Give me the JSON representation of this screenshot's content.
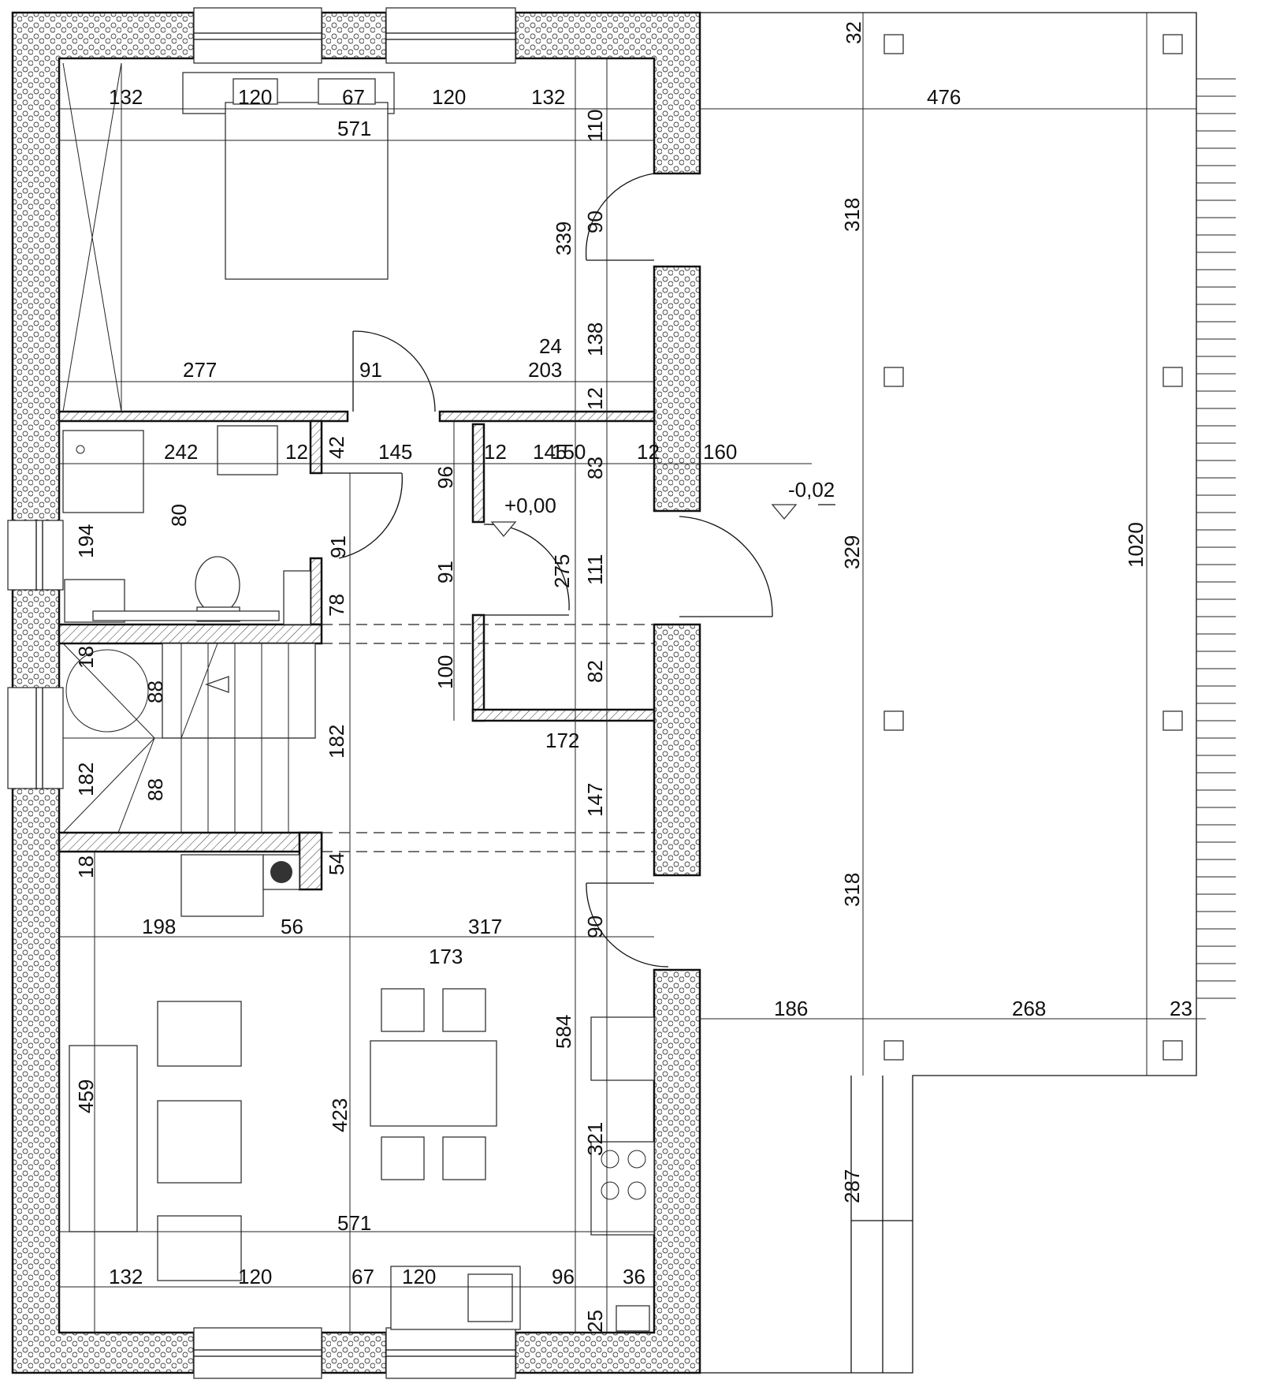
{
  "drawing": {
    "colors": {
      "line": "#111111",
      "background": "#ffffff"
    },
    "dimensions": {
      "top": [
        "132",
        "120",
        "67",
        "120",
        "132",
        "571",
        "476",
        "32"
      ],
      "bedroom": [
        "110",
        "339",
        "90",
        "138",
        "24",
        "203",
        "277",
        "91",
        "12"
      ],
      "bathroom": [
        "242",
        "12",
        "42",
        "145",
        "80",
        "194",
        "91",
        "78"
      ],
      "hall": [
        "12",
        "145",
        "150",
        "83",
        "12",
        "160",
        "96",
        "91",
        "275",
        "111",
        "100",
        "82",
        "172",
        "147"
      ],
      "stair": [
        "18",
        "88",
        "88",
        "182",
        "182",
        "18",
        "54"
      ],
      "kitchen": [
        "198",
        "56",
        "317",
        "90",
        "173",
        "584",
        "423",
        "459",
        "321",
        "571",
        "132",
        "120",
        "67",
        "120",
        "96",
        "36",
        "25"
      ],
      "terrace": [
        "318",
        "329",
        "318",
        "1020",
        "186",
        "268",
        "23",
        "287"
      ]
    },
    "levels": {
      "floor": "+0,00",
      "terrace": "-0,02"
    }
  }
}
